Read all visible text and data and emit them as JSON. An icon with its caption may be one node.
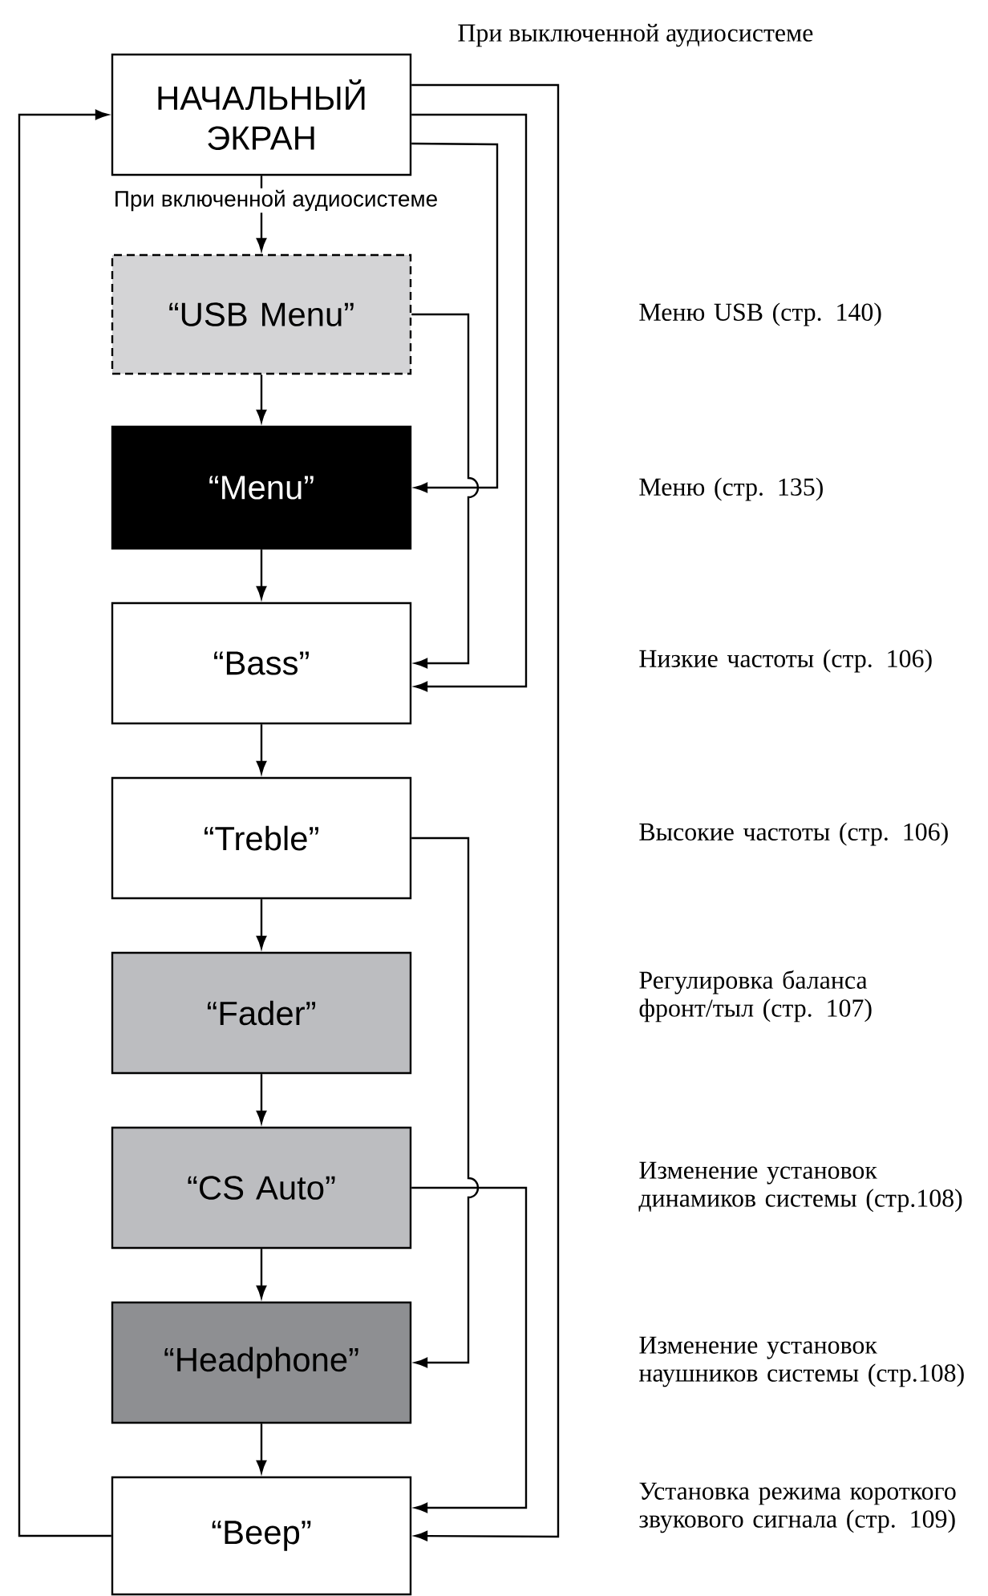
{
  "diagram": {
    "nodes": [
      {
        "text": [
          "НАЧАЛЬНЫЙ ЭКРАН"
        ]
      },
      {
        "text": [
          "“USB Menu”"
        ]
      },
      {
        "text": [
          "“Menu”"
        ]
      },
      {
        "text": [
          "“Bass”"
        ]
      },
      {
        "text": [
          "“Treble”"
        ]
      },
      {
        "text": [
          "“Fader”"
        ]
      },
      {
        "text": [
          "“CS Auto”"
        ]
      },
      {
        "text": [
          "“Headphone”"
        ]
      },
      {
        "text": [
          "“Beep”"
        ]
      }
    ],
    "edges": [
      {
        "from": 0,
        "to": 1,
        "arrow": "to",
        "label": "При включенной аудиосистеме"
      },
      {
        "from": 1,
        "to": 2,
        "arrow": "to"
      },
      {
        "from": 2,
        "to": 3,
        "arrow": "to"
      },
      {
        "from": 3,
        "to": 4,
        "arrow": "to"
      },
      {
        "from": 4,
        "to": 5,
        "arrow": "to"
      },
      {
        "from": 5,
        "to": 6,
        "arrow": "to"
      },
      {
        "from": 6,
        "to": 7,
        "arrow": "to"
      },
      {
        "from": 7,
        "to": 8,
        "arrow": "to"
      },
      {
        "from": 0,
        "to": 2,
        "arrow": "to"
      },
      {
        "from": 0,
        "to": 3,
        "arrow": "to"
      },
      {
        "from": 0,
        "to": 8,
        "arrow": "to"
      },
      {
        "from": 1,
        "to": 3,
        "arrow": "to"
      },
      {
        "from": 4,
        "to": 7,
        "arrow": "to"
      },
      {
        "from": 6,
        "to": 8,
        "arrow": "to"
      },
      {
        "from": 8,
        "to": 0,
        "arrow": "to"
      }
    ],
    "labels": [
      "При выключенной аудиосистеме",
      "Меню USB (стр. 140)",
      "Меню (стр. 135)",
      "Низкие частоты (стр. 106)",
      "Высокие частоты (стр. 106)",
      "Регулировка баланса фронт/тыл (стр. 107)",
      "Изменение установок динамиков системы (стр.108)",
      "Изменение установок наушников системы (стр.108)",
      "Установка режима короткого звукового сигнала (стр. 109)"
    ]
  }
}
